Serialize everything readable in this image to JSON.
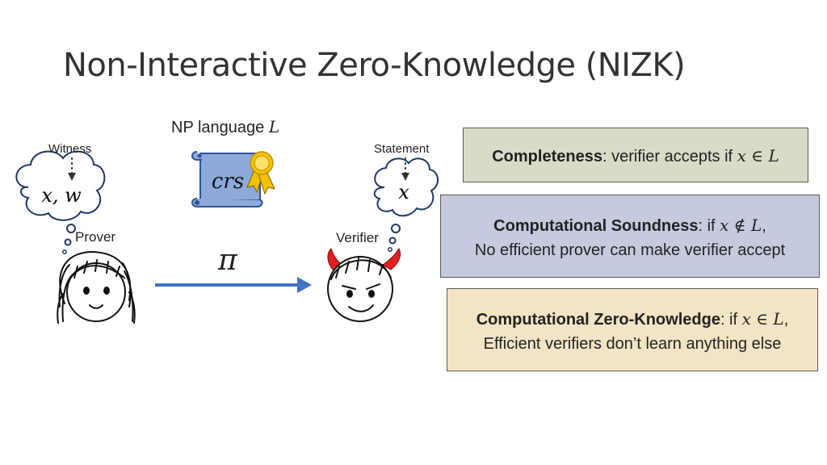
{
  "slide": {
    "title": "Non-Interactive Zero-Knowledge (NIZK)"
  },
  "diagram": {
    "np_language_text": "NP language ",
    "np_language_symbol": "L",
    "crs_label": "crs",
    "witness_label": "Witness",
    "witness_thought": "x, w",
    "statement_label": "Statement",
    "statement_thought": "x",
    "prover_label": "Prover",
    "verifier_label": "Verifier",
    "proof_symbol": "π",
    "arrow_color": "#4472c4",
    "horn_color": "#e02020",
    "crs_color": "#8eaadb",
    "seal_color": "#f2c200"
  },
  "properties": {
    "completeness": {
      "name": "Completeness",
      "text": ": verifier accepts if ",
      "math": "x ∈ L"
    },
    "soundness": {
      "name": "Computational Soundness",
      "text": ": if ",
      "math": "x ∉ L",
      "tail": ",",
      "line2": "No efficient prover can make verifier accept"
    },
    "zero_knowledge": {
      "name": "Computational Zero-Knowledge",
      "text": ": if ",
      "math": "x ∈ L",
      "tail": ",",
      "line2": "Efficient verifiers don’t learn anything else"
    }
  }
}
